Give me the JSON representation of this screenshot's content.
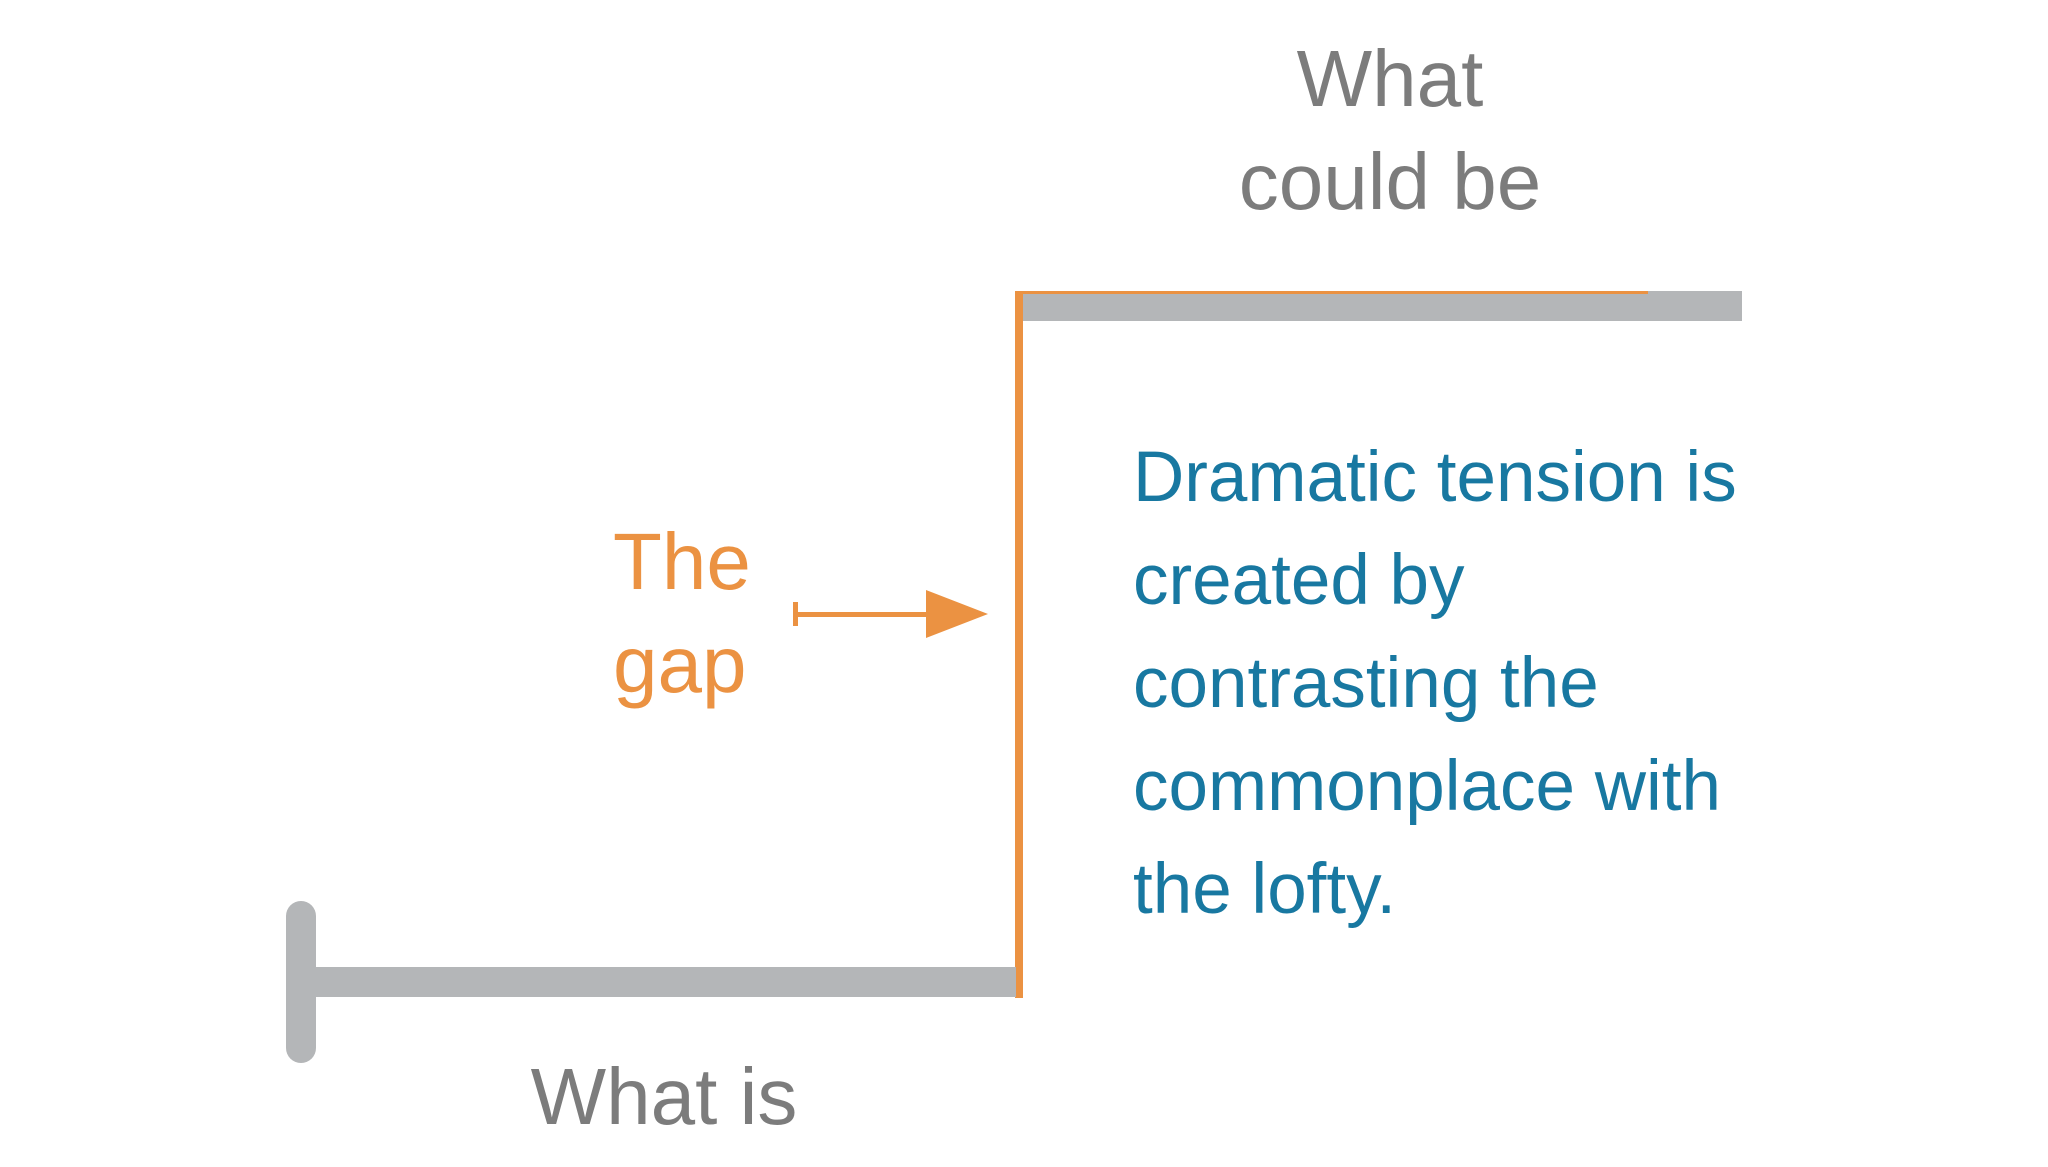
{
  "colors": {
    "orange": "#EB9242",
    "blue": "#1878A1",
    "gray_bar": "#B4B6B8",
    "gray_text": "#7C7C7C",
    "background": "#FFFFFF"
  },
  "labels": {
    "what_could_be": {
      "line1": "What",
      "line2": "could be"
    },
    "the_gap": {
      "line1": "The",
      "line2": "gap"
    },
    "what_is": "What is"
  },
  "description": {
    "line1": "Dramatic tension is",
    "line2": "created by",
    "line3": "contrasting the",
    "line4": "commonplace with",
    "line5": "the lofty."
  },
  "icons": {
    "gap_arrow": "arrow-right"
  }
}
